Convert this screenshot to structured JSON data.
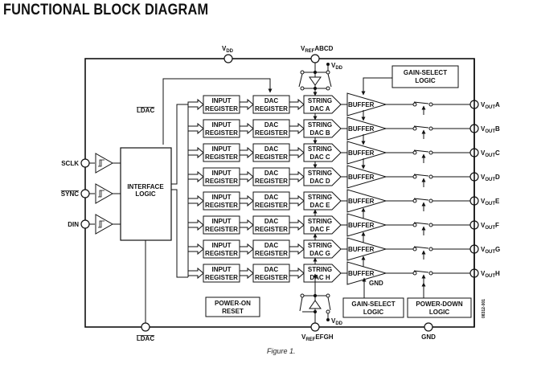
{
  "title": "FUNCTIONAL BLOCK DIAGRAM",
  "caption": "Figure 1.",
  "figure_code": "08312-001",
  "pins": {
    "vdd_top": {
      "main": "V",
      "sub": "DD"
    },
    "vref_abcd": {
      "main": "V",
      "sub": "REF",
      "suffix": "ABCD"
    },
    "vref_efgh": {
      "main": "V",
      "sub": "REF",
      "suffix": "EFGH"
    },
    "vdd_ref_top": {
      "main": "V",
      "sub": "DD"
    },
    "vdd_ref_bottom": {
      "main": "V",
      "sub": "DD"
    },
    "ldac_top": "LDAC",
    "ldac_bottom": "LDAC",
    "gnd": "GND",
    "gnd_buffer": "GND",
    "sclk": "SCLK",
    "sync": "SYNC",
    "din": "DIN"
  },
  "blocks": {
    "interface_logic": [
      "INTERFACE",
      "LOGIC"
    ],
    "power_on_reset": [
      "POWER-ON",
      "RESET"
    ],
    "gain_select_top": [
      "GAIN-SELECT",
      "LOGIC"
    ],
    "gain_select_bottom": [
      "GAIN-SELECT",
      "LOGIC"
    ],
    "power_down": [
      "POWER-DOWN",
      "LOGIC"
    ]
  },
  "channels": [
    {
      "id": "A",
      "input": [
        "INPUT",
        "REGISTER"
      ],
      "dac": [
        "DAC",
        "REGISTER"
      ],
      "string": [
        "STRING",
        "DAC A"
      ],
      "buffer": "BUFFER",
      "output": {
        "main": "V",
        "sub": "OUT",
        "suffix": "A"
      }
    },
    {
      "id": "B",
      "input": [
        "INPUT",
        "REGISTER"
      ],
      "dac": [
        "DAC",
        "REGISTER"
      ],
      "string": [
        "STRING",
        "DAC B"
      ],
      "buffer": "BUFFER",
      "output": {
        "main": "V",
        "sub": "OUT",
        "suffix": "B"
      }
    },
    {
      "id": "C",
      "input": [
        "INPUT",
        "REGISTER"
      ],
      "dac": [
        "DAC",
        "REGISTER"
      ],
      "string": [
        "STRING",
        "DAC C"
      ],
      "buffer": "BUFFER",
      "output": {
        "main": "V",
        "sub": "OUT",
        "suffix": "C"
      }
    },
    {
      "id": "D",
      "input": [
        "INPUT",
        "REGISTER"
      ],
      "dac": [
        "DAC",
        "REGISTER"
      ],
      "string": [
        "STRING",
        "DAC D"
      ],
      "buffer": "BUFFER",
      "output": {
        "main": "V",
        "sub": "OUT",
        "suffix": "D"
      }
    },
    {
      "id": "E",
      "input": [
        "INPUT",
        "REGISTER"
      ],
      "dac": [
        "DAC",
        "REGISTER"
      ],
      "string": [
        "STRING",
        "DAC E"
      ],
      "buffer": "BUFFER",
      "output": {
        "main": "V",
        "sub": "OUT",
        "suffix": "E"
      }
    },
    {
      "id": "F",
      "input": [
        "INPUT",
        "REGISTER"
      ],
      "dac": [
        "DAC",
        "REGISTER"
      ],
      "string": [
        "STRING",
        "DAC F"
      ],
      "buffer": "BUFFER",
      "output": {
        "main": "V",
        "sub": "OUT",
        "suffix": "F"
      }
    },
    {
      "id": "G",
      "input": [
        "INPUT",
        "REGISTER"
      ],
      "dac": [
        "DAC",
        "REGISTER"
      ],
      "string": [
        "STRING",
        "DAC G"
      ],
      "buffer": "BUFFER",
      "output": {
        "main": "V",
        "sub": "OUT",
        "suffix": "G"
      }
    },
    {
      "id": "H",
      "input": [
        "INPUT",
        "REGISTER"
      ],
      "dac": [
        "DAC",
        "REGISTER"
      ],
      "string": [
        "STRING",
        "DAC H"
      ],
      "buffer": "BUFFER",
      "output": {
        "main": "V",
        "sub": "OUT",
        "suffix": "H"
      }
    }
  ]
}
